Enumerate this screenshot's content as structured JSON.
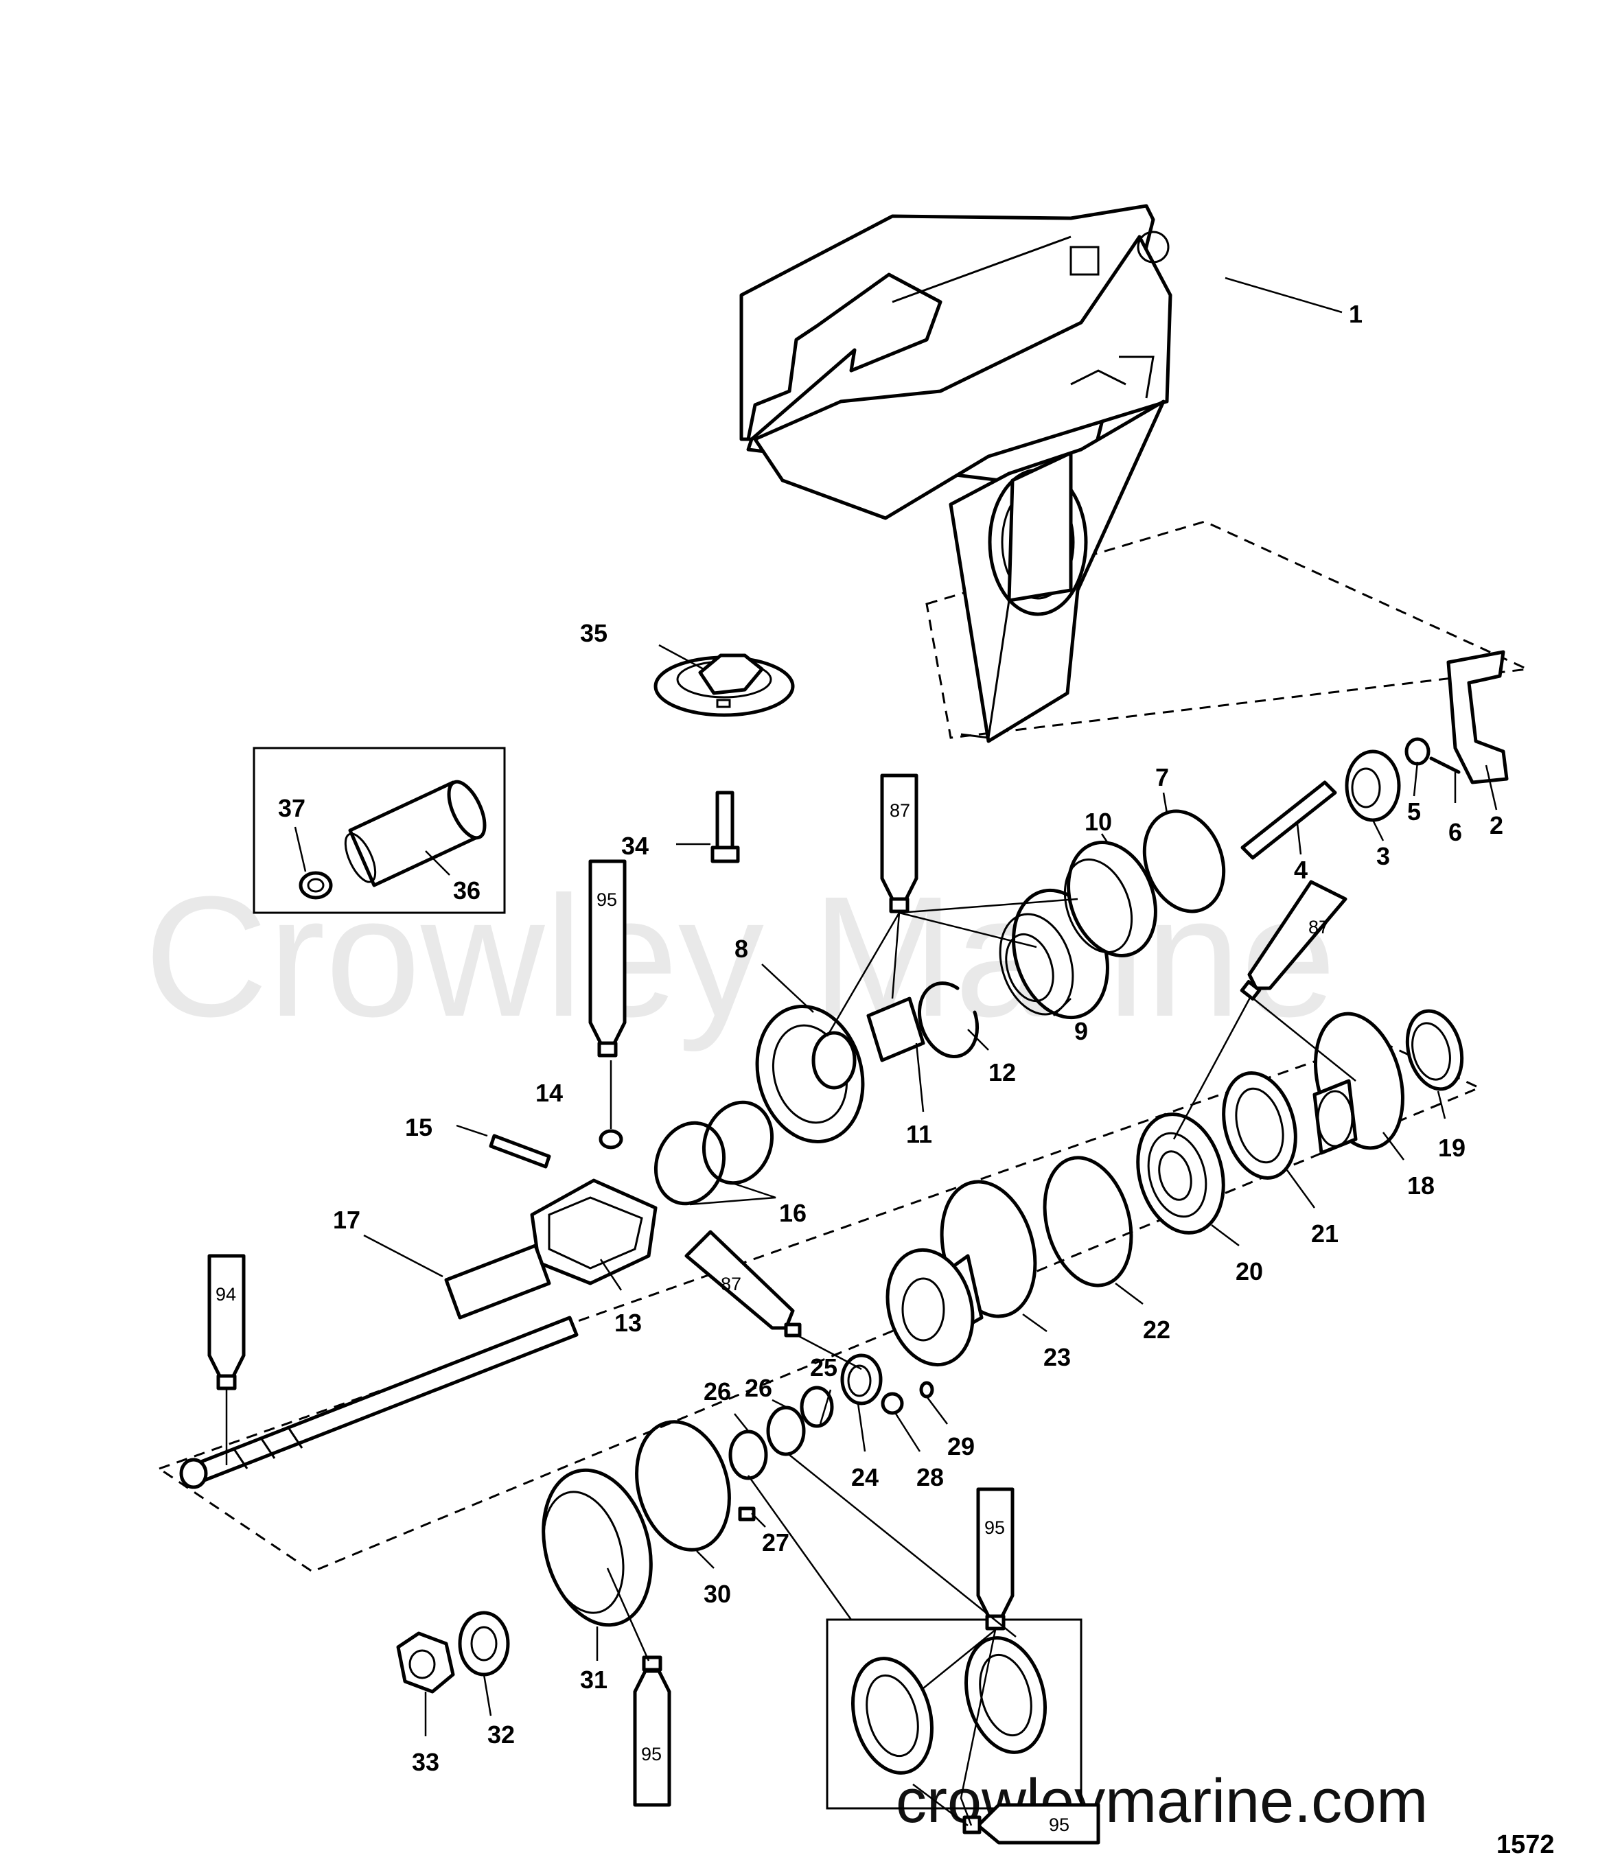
{
  "watermark": "Crowley Marine",
  "site": "crowleymarine.com",
  "figure_number": "1572",
  "callouts": {
    "c1": "1",
    "c2": "2",
    "c3": "3",
    "c4": "4",
    "c5": "5",
    "c6": "6",
    "c7": "7",
    "c8": "8",
    "c9": "9",
    "c10": "10",
    "c11": "11",
    "c12": "12",
    "c13": "13",
    "c14": "14",
    "c15": "15",
    "c16": "16",
    "c17": "17",
    "c18": "18",
    "c19": "19",
    "c20": "20",
    "c21": "21",
    "c22": "22",
    "c23": "23",
    "c24": "24",
    "c25": "25",
    "c26a": "26",
    "c26b": "26",
    "c27": "27",
    "c28": "28",
    "c29": "29",
    "c30": "30",
    "c31": "31",
    "c32": "32",
    "c33": "33",
    "c34": "34",
    "c35": "35",
    "c36": "36",
    "c37": "37"
  },
  "tubes": {
    "t87a": "87",
    "t87b": "87",
    "t87c": "87",
    "t95a": "95",
    "t95b": "95",
    "t95c": "95",
    "t95d": "95",
    "t94": "94"
  }
}
